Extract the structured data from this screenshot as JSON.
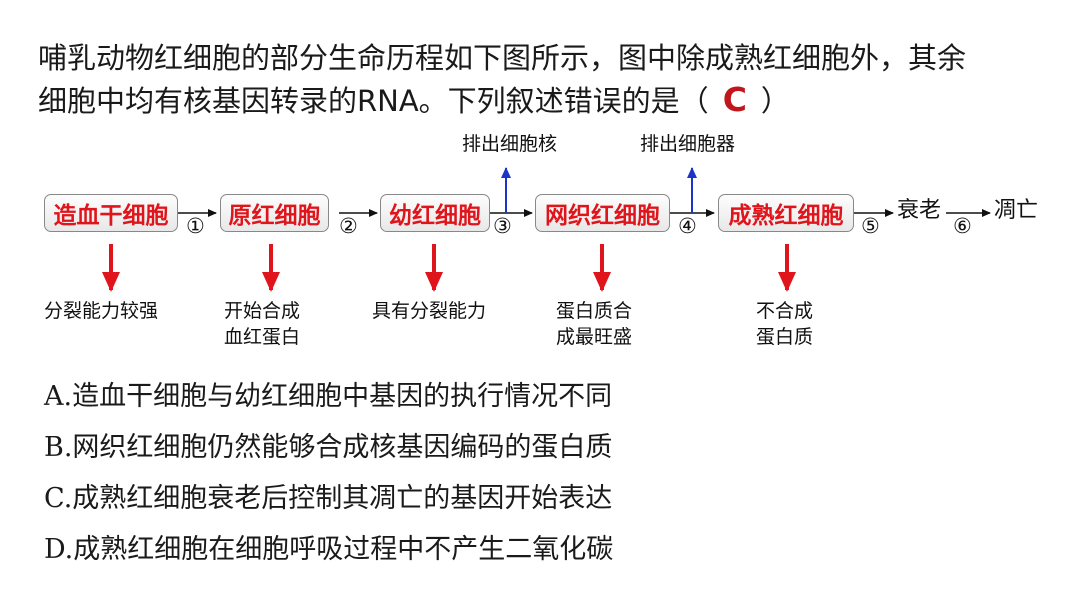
{
  "question": {
    "line1": "哺乳动物红细胞的部分生命历程如下图所示，图中除成熟红细胞外，其余",
    "line2": "细胞中均有核基因转录的RNA。下列叙述错误的是（",
    "answer": "C",
    "close": "）"
  },
  "diagram": {
    "stages": [
      "造血干细胞",
      "原红细胞",
      "幼红细胞",
      "网织红细胞",
      "成熟红细胞"
    ],
    "steps": [
      "①",
      "②",
      "③",
      "④",
      "⑤",
      "⑥"
    ],
    "tail": [
      "衰老",
      "凋亡"
    ],
    "expel": [
      "排出细胞核",
      "排出细胞器"
    ],
    "traits": [
      [
        "分裂能力较强"
      ],
      [
        "开始合成",
        "血红蛋白"
      ],
      [
        "具有分裂能力"
      ],
      [
        "蛋白质合",
        "成最旺盛"
      ],
      [
        "不合成",
        "蛋白质"
      ]
    ],
    "colors": {
      "stage_text": "#e0141b",
      "down_arrow": "#e0141b",
      "up_arrow": "#1a35c8"
    }
  },
  "options": [
    "A.造血干细胞与幼红细胞中基因的执行情况不同",
    "B.网织红细胞仍然能够合成核基因编码的蛋白质",
    "C.成熟红细胞衰老后控制其凋亡的基因开始表达",
    "D.成熟红细胞在细胞呼吸过程中不产生二氧化碳"
  ]
}
